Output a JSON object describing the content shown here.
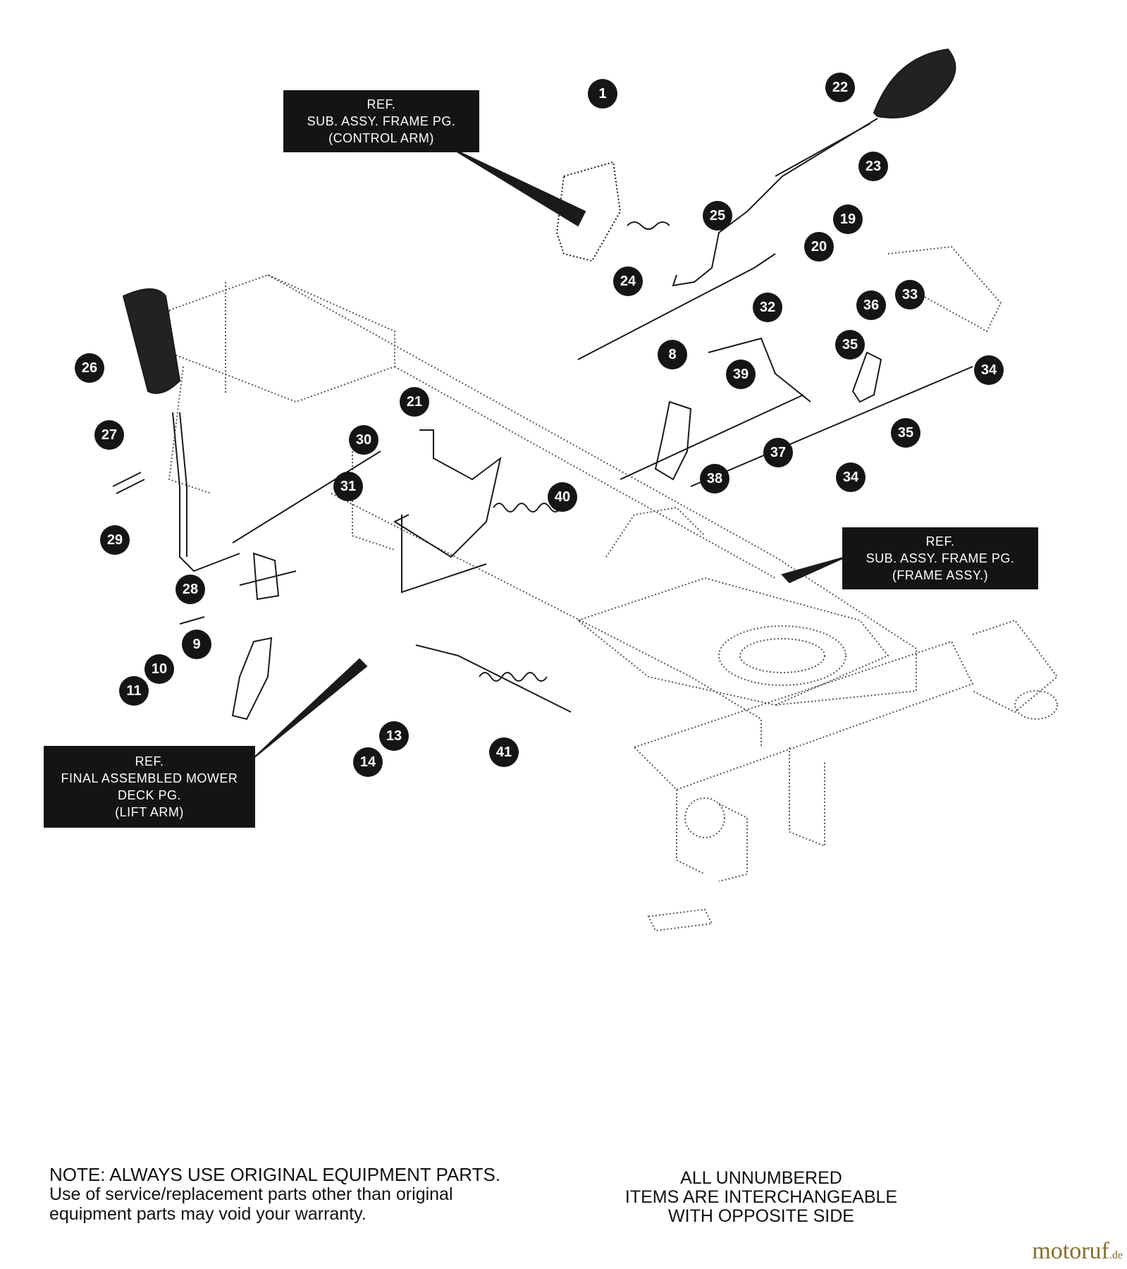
{
  "refs": {
    "control_arm": [
      "REF.",
      "SUB. ASSY. FRAME PG.",
      "(CONTROL ARM)"
    ],
    "frame_assy": [
      "REF.",
      "SUB. ASSY. FRAME PG.",
      "(FRAME ASSY.)"
    ],
    "lift_arm": [
      "REF.",
      "FINAL ASSEMBLED MOWER",
      "DECK PG.",
      "(LIFT ARM)"
    ]
  },
  "callouts": [
    "1",
    "22",
    "23",
    "25",
    "19",
    "20",
    "24",
    "33",
    "36",
    "32",
    "34",
    "35",
    "8",
    "39",
    "21",
    "26",
    "30",
    "27",
    "31",
    "40",
    "37",
    "38",
    "34",
    "29",
    "28",
    "9",
    "10",
    "11",
    "13",
    "14",
    "41",
    "35"
  ],
  "notes": {
    "left_heading": "NOTE: ALWAYS USE ORIGINAL EQUIPMENT PARTS.",
    "left_line1": "Use of service/replacement parts other than original",
    "left_line2": "equipment parts may void your warranty.",
    "right_line1": "ALL UNNUMBERED",
    "right_line2": "ITEMS ARE INTERCHANGEABLE",
    "right_line3": "WITH OPPOSITE SIDE"
  },
  "watermark": {
    "brand": "motoruf",
    "suffix": ".de"
  },
  "colors": {
    "callout_fill": "#151515",
    "ref_box": "#141414",
    "line": "#1a1a1a",
    "dotted": "#555555"
  }
}
